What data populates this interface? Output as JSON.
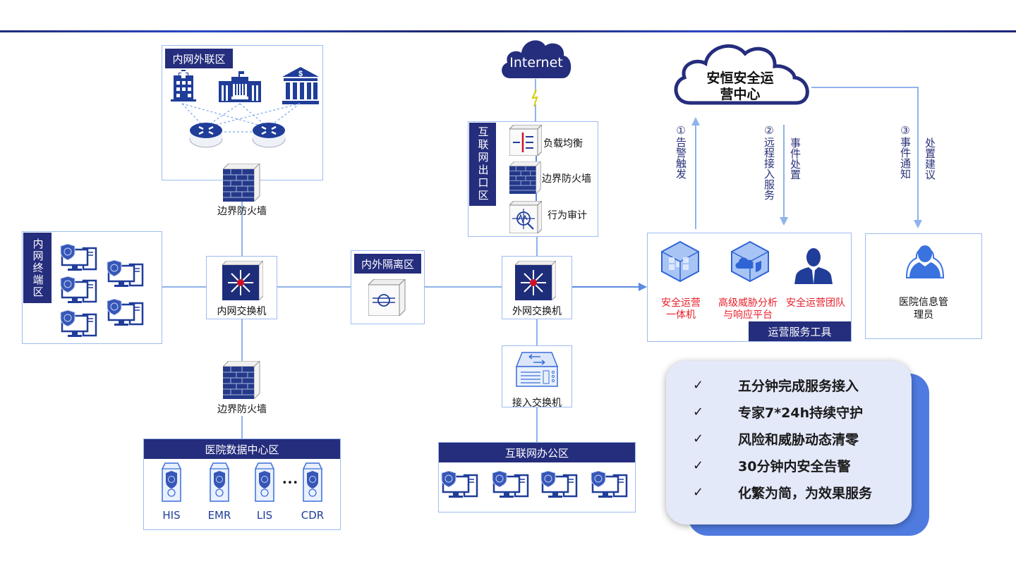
{
  "zones": {
    "external_link": {
      "title": "内网外联区"
    },
    "internal_terminal": {
      "title": "内网终端区"
    },
    "isolation": {
      "title": "内外隔离区"
    },
    "internet_exit": {
      "title": "互联网出口区"
    },
    "data_center": {
      "title": "医院数据中心区"
    },
    "internet_office": {
      "title": "互联网办公区"
    }
  },
  "devices": {
    "firewall_top": "边界防火墙",
    "firewall_bottom": "边界防火墙",
    "internal_switch": "内网交换机",
    "external_switch": "外网交换机",
    "access_switch": "接入交换机",
    "load_balance": "负载均衡",
    "exit_firewall": "边界防火墙",
    "behavior_audit": "行为审计"
  },
  "servers": [
    "HIS",
    "EMR",
    "LIS",
    "CDR"
  ],
  "ellipsis": "•••",
  "internet": {
    "label": "Internet"
  },
  "soc": {
    "title_line1": "安恒安全运",
    "title_line2": "营中心"
  },
  "flows": {
    "alert": "①告警触发",
    "remote": "②远程接入服务",
    "handling": "事件处置",
    "notify": "③事件通知",
    "advice": "处置建议"
  },
  "ops_tools": {
    "title": "运营服务工具",
    "items": [
      {
        "line1": "安全运营",
        "line2": "一体机"
      },
      {
        "line1": "高级威胁分析",
        "line2": "与响应平台"
      },
      {
        "line1": "安全运营团队",
        "line2": ""
      }
    ]
  },
  "admin": {
    "line1": "医院信息管",
    "line2": "理员"
  },
  "features": [
    "五分钟完成服务接入",
    "专家7*24h持续守护",
    "风险和威胁动态清零",
    "30分钟内安全告警",
    "化繁为简，为效果服务"
  ],
  "check_glyph": "✓",
  "colors": {
    "navy": "#252d7d",
    "line": "#8fb3ea",
    "red": "#e8202a",
    "card": "#e4e9fa",
    "card_shadow": "#4f7be0"
  }
}
